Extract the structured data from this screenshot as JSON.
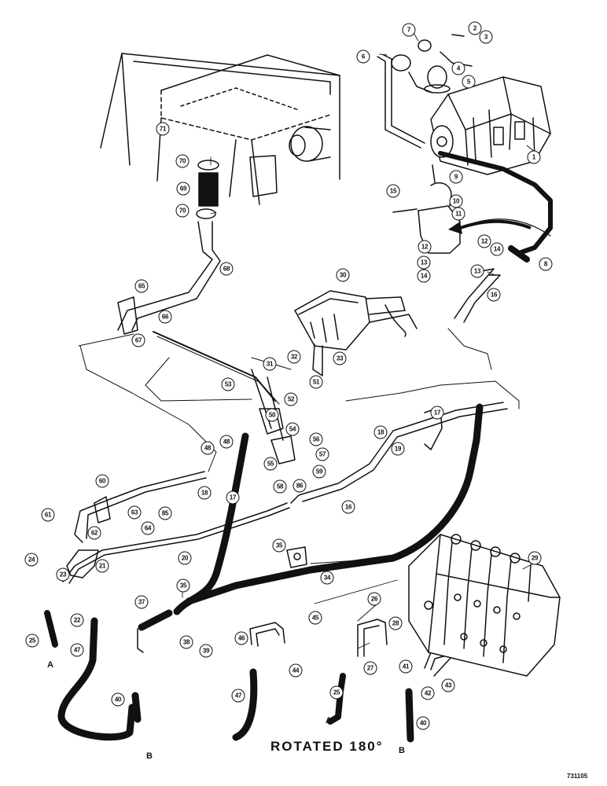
{
  "callouts": {
    "c1": "1",
    "c2": "2",
    "c3": "3",
    "c4": "4",
    "c5": "5",
    "c6": "6",
    "c7": "7",
    "c8": "8",
    "c9": "9",
    "c10": "10",
    "c11": "11",
    "c12a": "12",
    "c12b": "12",
    "c13a": "13",
    "c13b": "13",
    "c14a": "14",
    "c14b": "14",
    "c15": "15",
    "c16a": "16",
    "c16b": "16",
    "c17a": "17",
    "c17b": "17",
    "c18a": "18",
    "c18b": "18",
    "c19": "19",
    "c20": "20",
    "c21": "21",
    "c22": "22",
    "c23": "23",
    "c24": "24",
    "c25a": "25",
    "c25b": "25",
    "c26": "26",
    "c27": "27",
    "c28": "28",
    "c29": "29",
    "c30": "30",
    "c31": "31",
    "c32": "32",
    "c33": "33",
    "c34": "34",
    "c35a": "35",
    "c35b": "35",
    "c37": "37",
    "c38": "38",
    "c39": "39",
    "c40a": "40",
    "c40b": "40",
    "c41": "41",
    "c42": "42",
    "c43": "43",
    "c44": "44",
    "c45": "45",
    "c46": "46",
    "c47a": "47",
    "c47b": "47",
    "c48a": "48",
    "c48b": "48",
    "c50": "50",
    "c51": "51",
    "c52": "52",
    "c53": "53",
    "c54": "54",
    "c55": "55",
    "c56": "56",
    "c57": "57",
    "c58": "58",
    "c59": "59",
    "c60": "60",
    "c61": "61",
    "c62": "62",
    "c63": "63",
    "c64": "64",
    "c65": "65",
    "c66": "66",
    "c67": "67",
    "c68": "68",
    "c69": "69",
    "c70a": "70",
    "c70b": "70",
    "c71": "71",
    "c85": "85",
    "c86": "86"
  },
  "letters": {
    "l1": "A",
    "l2": "B",
    "l3": "A",
    "l4": "B"
  },
  "note": "ROTATED 180°",
  "code": "731105"
}
